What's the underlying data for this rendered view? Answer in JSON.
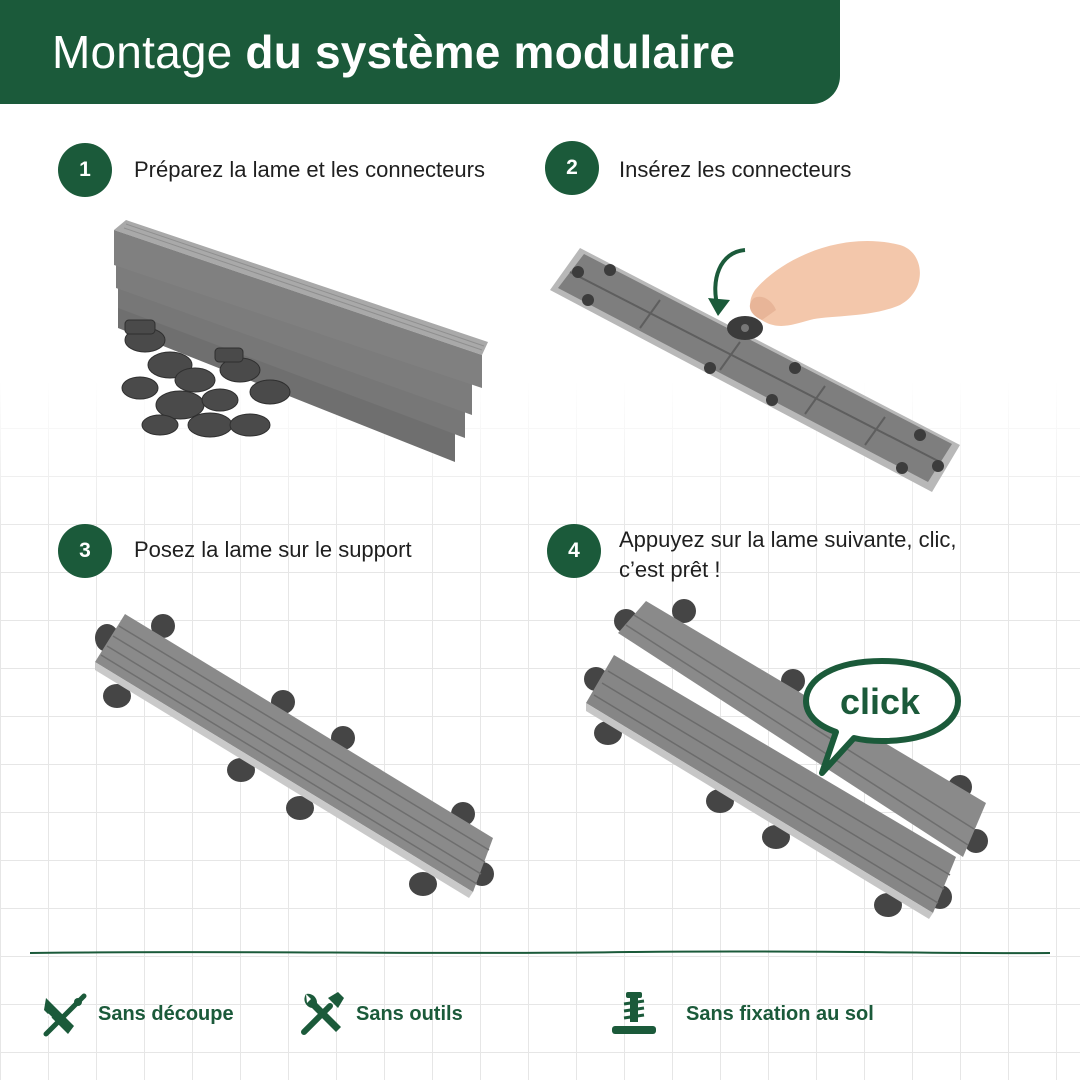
{
  "header": {
    "title_regular": "Montage ",
    "title_bold": "du système modulaire"
  },
  "steps": [
    {
      "number": "1",
      "text": "Préparez la lame et les connecteurs"
    },
    {
      "number": "2",
      "text": "Insérez les connecteurs"
    },
    {
      "number": "3",
      "text": "Posez la lame sur le support"
    },
    {
      "number": "4",
      "text_line1": "Appuyez sur la lame suivante, clic,",
      "text_line2": "c’est prêt !"
    }
  ],
  "bubble": {
    "text": "click"
  },
  "features": [
    {
      "label": "Sans découpe",
      "icon": "no-saw-icon"
    },
    {
      "label": "Sans outils",
      "icon": "tools-icon"
    },
    {
      "label": "Sans fixation au sol",
      "icon": "screw-floor-icon"
    }
  ],
  "colors": {
    "brand_green": "#1b5a3a",
    "board_gray": "#7c7c7c",
    "connector_dark": "#3f3f3f"
  }
}
